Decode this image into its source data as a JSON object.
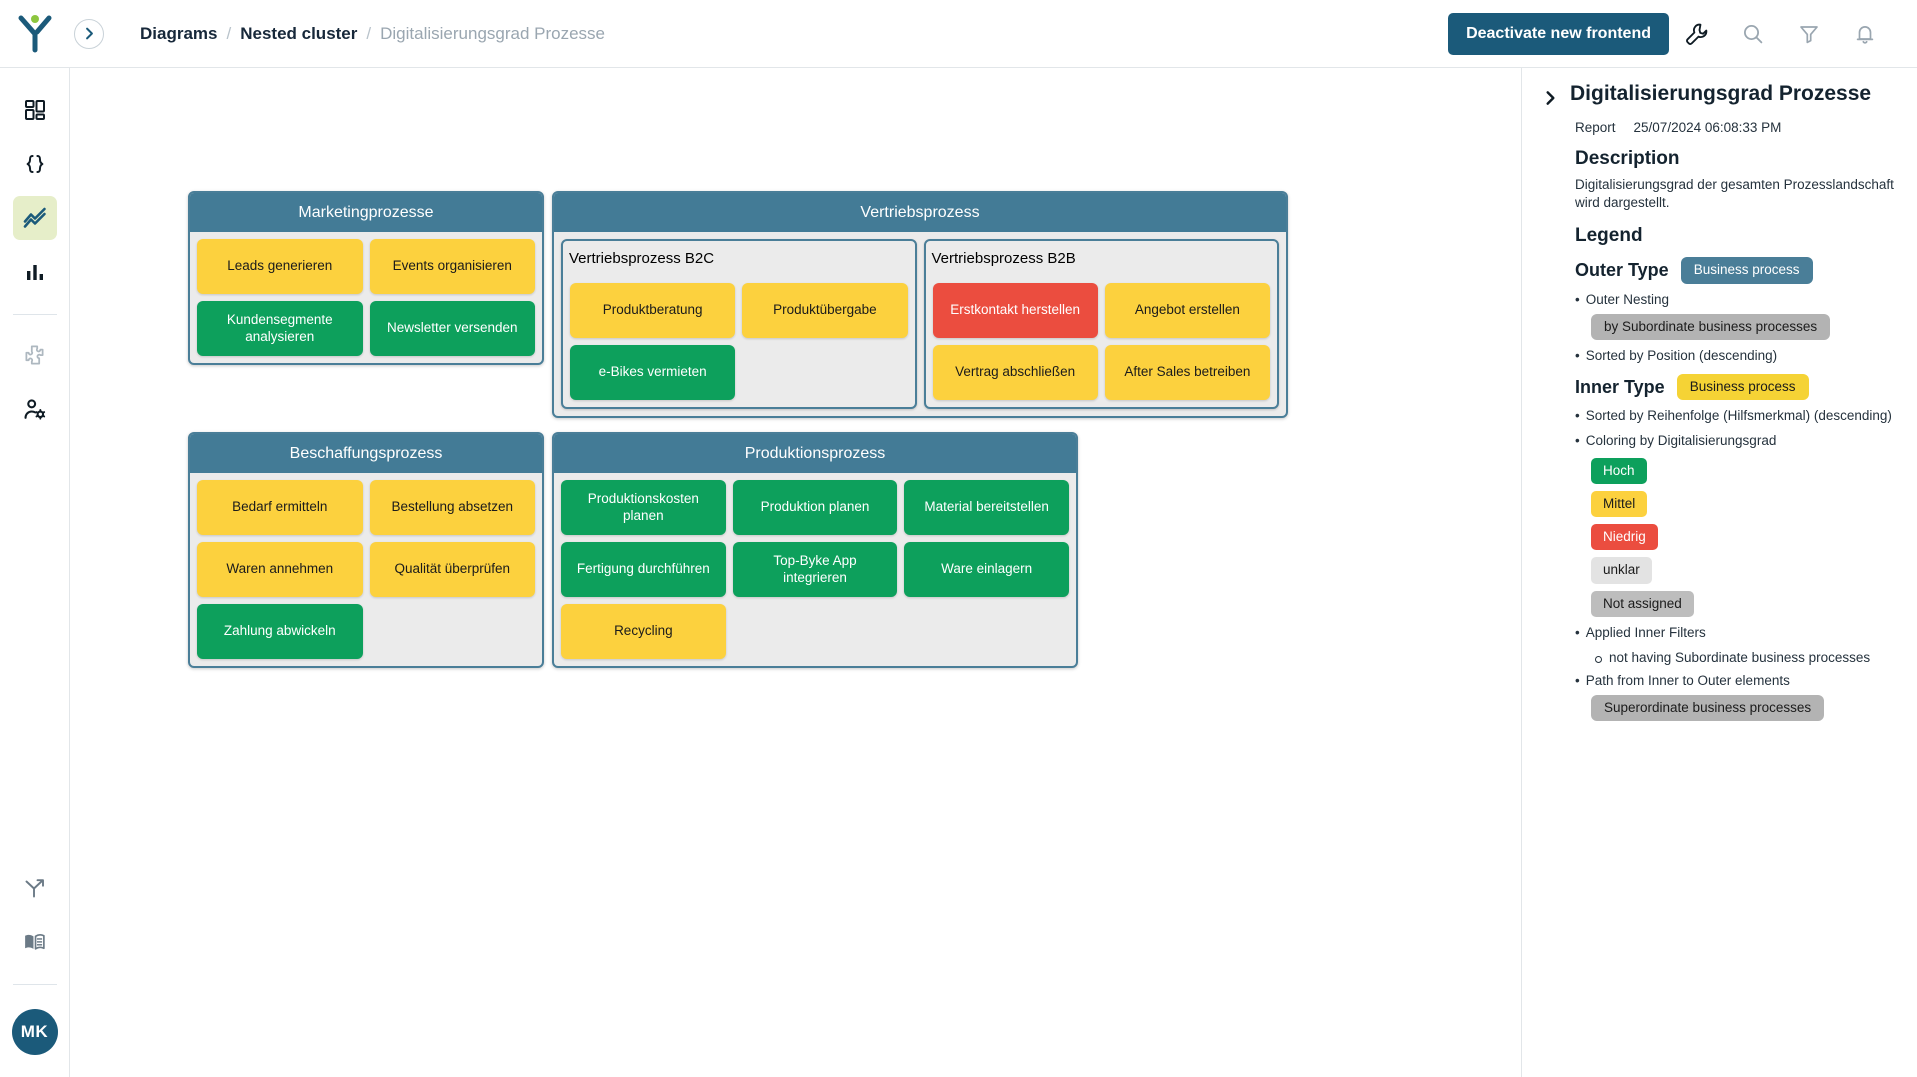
{
  "topbar": {
    "logo_name": "luy-logo",
    "collapse_icon": "chevron-right-icon",
    "breadcrumb": [
      {
        "label": "Diagrams",
        "muted": false
      },
      {
        "label": "Nested cluster",
        "muted": false
      },
      {
        "label": "Digitalisierungsgrad Prozesse",
        "muted": true
      }
    ],
    "separator": "/",
    "deactivate_button": "Deactivate new frontend",
    "icons": [
      {
        "name": "wrench-icon"
      },
      {
        "name": "search-icon"
      },
      {
        "name": "filter-icon"
      },
      {
        "name": "bell-icon"
      }
    ],
    "accent_color": "#1b5a7a"
  },
  "rail": {
    "items": [
      {
        "name": "dashboard-icon",
        "active": false
      },
      {
        "name": "code-braces-icon",
        "active": false
      },
      {
        "name": "trend-line-icon",
        "active": true
      },
      {
        "name": "bar-chart-icon",
        "active": false
      },
      {
        "name": "puzzle-piece-icon",
        "active": false
      },
      {
        "name": "user-settings-icon",
        "active": false
      }
    ],
    "bottom_items": [
      {
        "name": "branch-share-icon"
      },
      {
        "name": "book-icon"
      }
    ],
    "avatar_initials": "MK",
    "active_bg": "#e6eec9"
  },
  "diagram": {
    "colors": {
      "cluster_header": "#437b96",
      "cluster_body": "#ebebeb",
      "hoch": "#0da05c",
      "mittel": "#fcd13e",
      "niedrig": "#eb4d3f",
      "unklar": "#e3e3e3",
      "not_assigned": "#bdbdbd"
    },
    "clusters": [
      {
        "title": "Marketingprozesse",
        "columns": 2,
        "nodes": [
          {
            "label": "Leads generieren",
            "color": "mittel"
          },
          {
            "label": "Events organisieren",
            "color": "mittel"
          },
          {
            "label": "Kundensegmente analysieren",
            "color": "hoch"
          },
          {
            "label": "Newsletter versenden",
            "color": "hoch"
          }
        ]
      },
      {
        "title": "Vertriebsprozess",
        "subclusters": [
          {
            "title": "Vertriebsprozess B2C",
            "columns": 2,
            "nodes": [
              {
                "label": "Produktberatung",
                "color": "mittel"
              },
              {
                "label": "Produktübergabe",
                "color": "mittel"
              },
              {
                "label": "e-Bikes vermieten",
                "color": "hoch"
              }
            ]
          },
          {
            "title": "Vertriebsprozess B2B",
            "columns": 2,
            "nodes": [
              {
                "label": "Erstkontakt herstellen",
                "color": "niedrig"
              },
              {
                "label": "Angebot erstellen",
                "color": "mittel"
              },
              {
                "label": "Vertrag abschließen",
                "color": "mittel"
              },
              {
                "label": "After Sales betreiben",
                "color": "mittel"
              }
            ]
          }
        ]
      },
      {
        "title": "Beschaffungsprozess",
        "columns": 2,
        "nodes": [
          {
            "label": "Bedarf ermitteln",
            "color": "mittel"
          },
          {
            "label": "Bestellung absetzen",
            "color": "mittel"
          },
          {
            "label": "Waren annehmen",
            "color": "mittel"
          },
          {
            "label": "Qualität überprüfen",
            "color": "mittel"
          },
          {
            "label": "Zahlung abwickeln",
            "color": "hoch"
          }
        ]
      },
      {
        "title": "Produktionsprozess",
        "columns": 3,
        "nodes": [
          {
            "label": "Produktionskosten planen",
            "color": "hoch"
          },
          {
            "label": "Produktion planen",
            "color": "hoch"
          },
          {
            "label": "Material bereitstellen",
            "color": "hoch"
          },
          {
            "label": "Fertigung durchführen",
            "color": "hoch"
          },
          {
            "label": "Top-Byke App integrieren",
            "color": "hoch"
          },
          {
            "label": "Ware einlagern",
            "color": "hoch"
          },
          {
            "label": "Recycling",
            "color": "mittel"
          }
        ]
      }
    ]
  },
  "panel": {
    "collapse_icon": "chevron-right-icon",
    "title": "Digitalisierungsgrad Prozesse",
    "meta_kind": "Report",
    "meta_timestamp": "25/07/2024 06:08:33 PM",
    "description_heading": "Description",
    "description_text": "Digitalisierungsgrad der gesamten Prozesslandschaft wird dargestellt.",
    "legend_heading": "Legend",
    "outer_type_label": "Outer Type",
    "outer_type_chip": "Business process",
    "outer_nesting_bullet": "Outer Nesting",
    "outer_nesting_chip": "by Subordinate business processes",
    "outer_sorted_bullet": "Sorted by Position (descending)",
    "inner_type_label": "Inner Type",
    "inner_type_chip": "Business process",
    "inner_sorted_bullet": "Sorted by Reihenfolge (Hilfsmerkmal) (descending)",
    "coloring_bullet": "Coloring by Digitalisierungsgrad",
    "color_legend": [
      {
        "label": "Hoch",
        "bg": "#0da05c",
        "fg": "#ffffff"
      },
      {
        "label": "Mittel",
        "bg": "#fcd13e",
        "fg": "#1b1b1b"
      },
      {
        "label": "Niedrig",
        "bg": "#eb4d3f",
        "fg": "#ffffff"
      },
      {
        "label": "unklar",
        "bg": "#e3e3e3",
        "fg": "#1b1b1b"
      },
      {
        "label": "Not assigned",
        "bg": "#bdbdbd",
        "fg": "#1b1b1b"
      }
    ],
    "applied_filters_bullet": "Applied Inner Filters",
    "applied_filter_item": "not having Subordinate business processes",
    "path_bullet": "Path from Inner to Outer elements",
    "path_chip": "Superordinate business processes"
  }
}
